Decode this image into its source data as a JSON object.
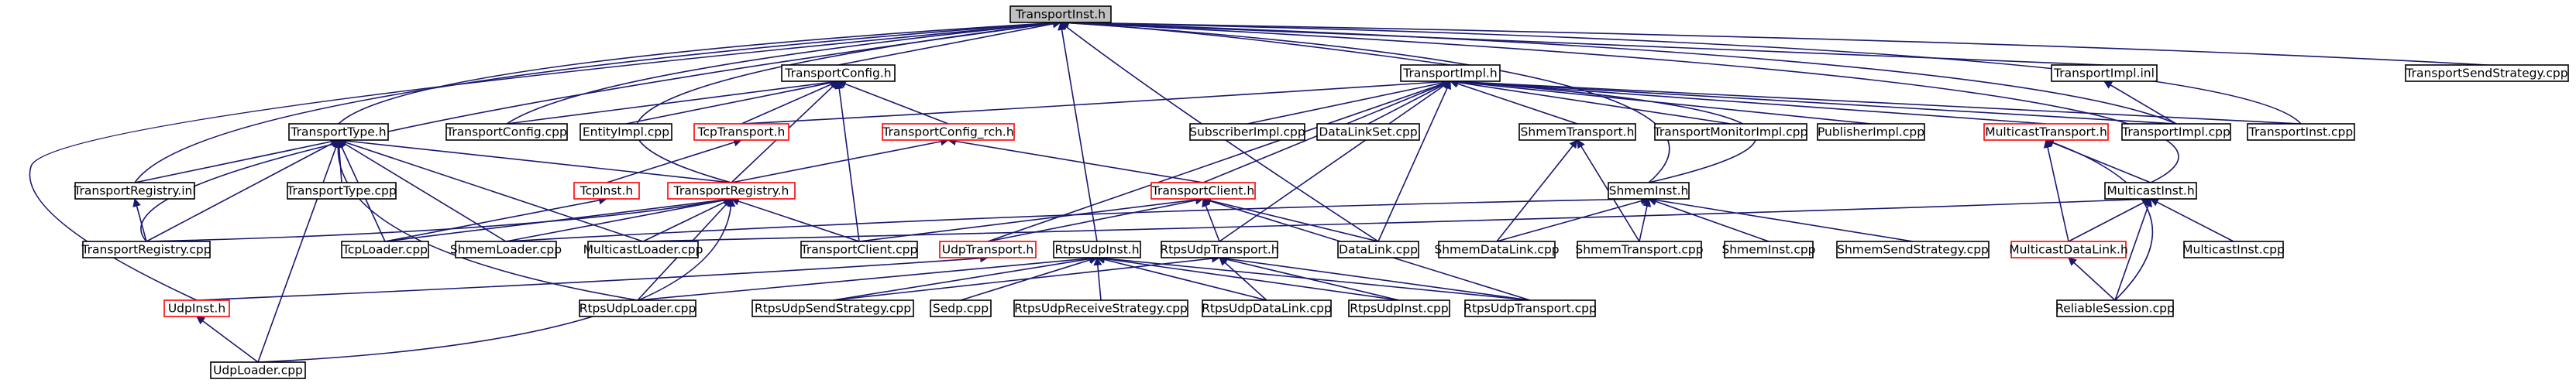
{
  "colors": {
    "edge": "#191970",
    "highlight_border": "#ff0000",
    "root_fill": "#c0c0c0",
    "node_border": "#000000"
  },
  "nodes": [
    {
      "id": "n00",
      "label": "TransportInst.h",
      "root": true
    },
    {
      "id": "n01",
      "label": "TransportImpl.h"
    },
    {
      "id": "n02",
      "label": "TransportConfig.h"
    },
    {
      "id": "n03",
      "label": "TransportImpl.inl"
    },
    {
      "id": "n04",
      "label": "TransportSendStrategy.cpp"
    },
    {
      "id": "n05",
      "label": "TransportType.h"
    },
    {
      "id": "n06",
      "label": "TransportConfig.cpp"
    },
    {
      "id": "n07",
      "label": "EntityImpl.cpp"
    },
    {
      "id": "n08",
      "label": "TcpTransport.h",
      "red": true
    },
    {
      "id": "n09",
      "label": "TransportConfig_rch.h",
      "red": true
    },
    {
      "id": "n10",
      "label": "SubscriberImpl.cpp"
    },
    {
      "id": "n11",
      "label": "DataLinkSet.cpp"
    },
    {
      "id": "n12",
      "label": "ShmemTransport.h"
    },
    {
      "id": "n13",
      "label": "TransportMonitorImpl.cpp"
    },
    {
      "id": "n14",
      "label": "PublisherImpl.cpp"
    },
    {
      "id": "n15",
      "label": "MulticastTransport.h",
      "red": true
    },
    {
      "id": "n16",
      "label": "TransportImpl.cpp"
    },
    {
      "id": "n17",
      "label": "TransportInst.cpp"
    },
    {
      "id": "n18",
      "label": "TransportRegistry.inl"
    },
    {
      "id": "n19",
      "label": "TransportType.cpp"
    },
    {
      "id": "n20",
      "label": "TcpInst.h",
      "red": true
    },
    {
      "id": "n21",
      "label": "TransportRegistry.h",
      "red": true
    },
    {
      "id": "n22",
      "label": "TransportClient.h",
      "red": true
    },
    {
      "id": "n23",
      "label": "ShmemInst.h"
    },
    {
      "id": "n24",
      "label": "MulticastInst.h"
    },
    {
      "id": "n25",
      "label": "TransportRegistry.cpp"
    },
    {
      "id": "n26",
      "label": "TcpLoader.cpp"
    },
    {
      "id": "n27",
      "label": "ShmemLoader.cpp"
    },
    {
      "id": "n28",
      "label": "MulticastLoader.cpp"
    },
    {
      "id": "n29",
      "label": "TransportClient.cpp"
    },
    {
      "id": "n30",
      "label": "UdpTransport.h",
      "red": true
    },
    {
      "id": "n31",
      "label": "RtpsUdpInst.h"
    },
    {
      "id": "n32",
      "label": "RtpsUdpTransport.h"
    },
    {
      "id": "n33",
      "label": "DataLink.cpp"
    },
    {
      "id": "n34",
      "label": "ShmemDataLink.cpp"
    },
    {
      "id": "n35",
      "label": "ShmemTransport.cpp"
    },
    {
      "id": "n36",
      "label": "ShmemInst.cpp"
    },
    {
      "id": "n37",
      "label": "ShmemSendStrategy.cpp"
    },
    {
      "id": "n38",
      "label": "MulticastDataLink.h",
      "red": true
    },
    {
      "id": "n39",
      "label": "MulticastInst.cpp"
    },
    {
      "id": "n40",
      "label": "UdpInst.h",
      "red": true
    },
    {
      "id": "n41",
      "label": "RtpsUdpLoader.cpp"
    },
    {
      "id": "n42",
      "label": "RtpsUdpSendStrategy.cpp"
    },
    {
      "id": "n43",
      "label": "Sedp.cpp"
    },
    {
      "id": "n44",
      "label": "RtpsUdpReceiveStrategy.cpp"
    },
    {
      "id": "n45",
      "label": "RtpsUdpDataLink.cpp"
    },
    {
      "id": "n46",
      "label": "RtpsUdpInst.cpp"
    },
    {
      "id": "n47",
      "label": "RtpsUdpTransport.cpp"
    },
    {
      "id": "n48",
      "label": "ReliableSession.cpp"
    },
    {
      "id": "n49",
      "label": "UdpLoader.cpp"
    }
  ]
}
